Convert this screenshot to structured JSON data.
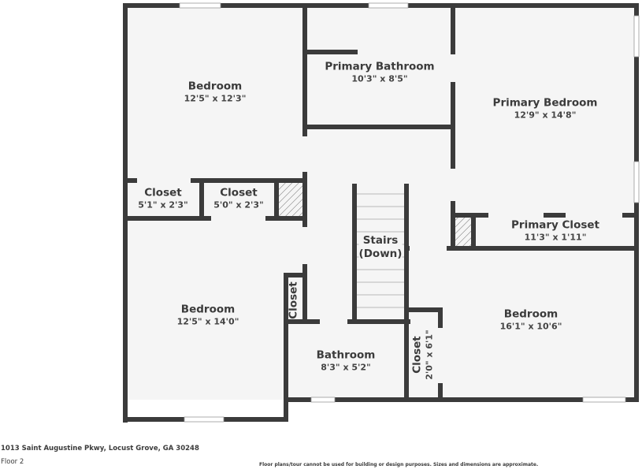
{
  "floor_plan": {
    "level": "Floor 2",
    "address": "1013 Saint Augustine Pkwy, Locust Grove, GA 30248",
    "disclaimer": "Floor plans/tour cannot be used for building or design purposes. Sizes and dimensions are approximate.",
    "colors": {
      "wall": "#3b3b3b",
      "room_fill": "#f5f5f5",
      "background": "#ffffff",
      "text": "#3b3b3b"
    },
    "rooms": {
      "bedroom_nw": {
        "name": "Bedroom",
        "dims": "12'5\" x 12'3\""
      },
      "primary_bathroom": {
        "name": "Primary Bathroom",
        "dims": "10'3\" x 8'5\""
      },
      "primary_bedroom": {
        "name": "Primary Bedroom",
        "dims": "12'9\" x 14'8\""
      },
      "closet_1": {
        "name": "Closet",
        "dims": "5'1\" x 2'3\""
      },
      "closet_2": {
        "name": "Closet",
        "dims": "5'0\" x 2'3\""
      },
      "primary_closet": {
        "name": "Primary Closet",
        "dims": "11'3\" x 1'11\""
      },
      "stairs": {
        "name": "Stairs",
        "sub": "(Down)"
      },
      "bedroom_sw": {
        "name": "Bedroom",
        "dims": "12'5\" x 14'0\""
      },
      "closet_hall": {
        "name": "Closet"
      },
      "bedroom_se": {
        "name": "Bedroom",
        "dims": "16'1\" x 10'6\""
      },
      "bathroom": {
        "name": "Bathroom",
        "dims": "8'3\" x 5'2\""
      },
      "closet_se": {
        "name": "Closet",
        "dims": "2'0\" x 6'1\""
      }
    }
  }
}
